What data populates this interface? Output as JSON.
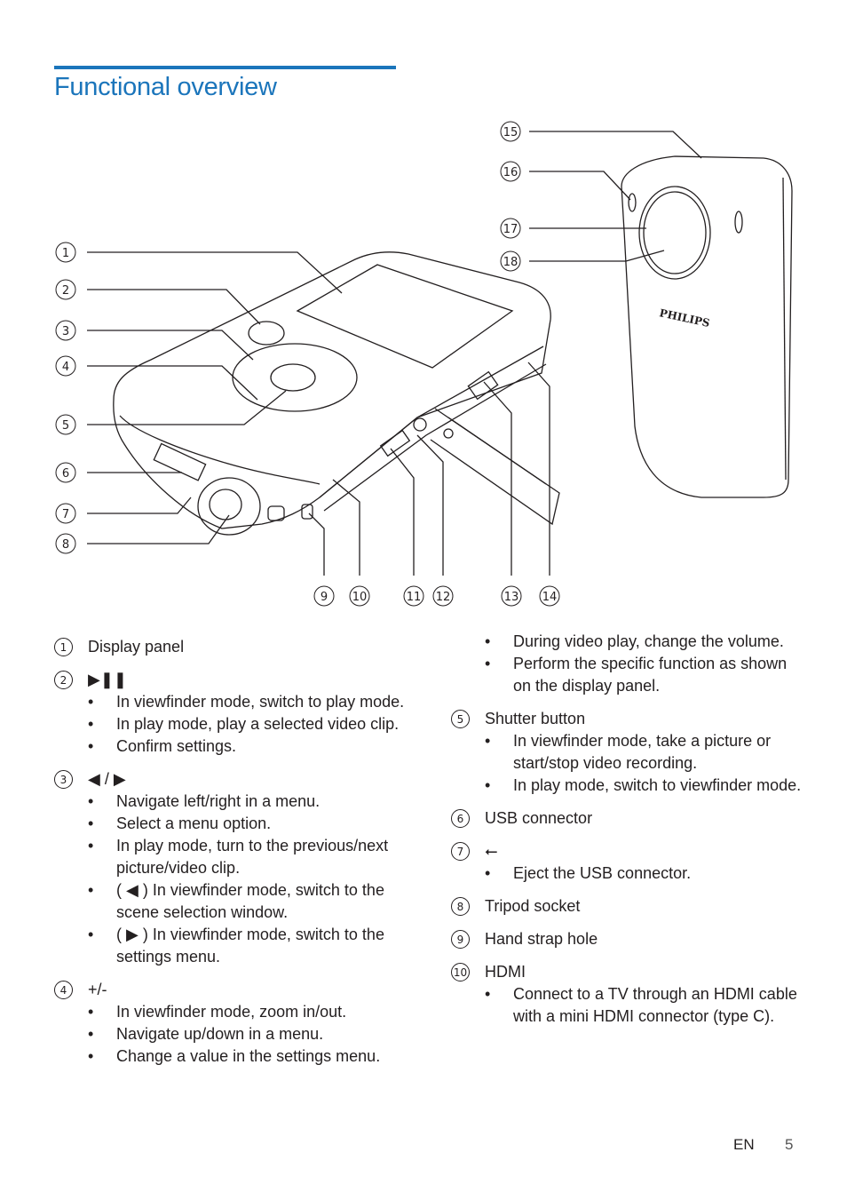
{
  "page": {
    "title": "Functional overview",
    "footer_lang": "EN",
    "footer_page": "5"
  },
  "figure": {
    "callouts": [
      "1",
      "2",
      "3",
      "4",
      "5",
      "6",
      "7",
      "8",
      "9",
      "10",
      "11",
      "12",
      "13",
      "14",
      "15",
      "16",
      "17",
      "18"
    ],
    "brand": "PHILIPS"
  },
  "left_items": [
    {
      "num": "1",
      "label": "Display panel",
      "bullets": []
    },
    {
      "num": "2",
      "label": "▶❚❚",
      "bullets": [
        "In viewfinder mode, switch to play mode.",
        "In play mode, play a selected video clip.",
        "Confirm settings."
      ]
    },
    {
      "num": "3",
      "label": "◀ / ▶",
      "bullets": [
        "Navigate left/right in a menu.",
        "Select a menu option.",
        "In play mode, turn to the previous/next picture/video clip.",
        "( ◀ ) In viewfinder mode, switch to the scene selection window.",
        "( ▶ ) In viewfinder mode, switch to the settings menu."
      ]
    },
    {
      "num": "4",
      "label": "+/-",
      "bullets": [
        "In viewfinder mode, zoom in/out.",
        "Navigate up/down in a menu.",
        "Change a value in the settings menu."
      ]
    }
  ],
  "right_cont": {
    "bullets": [
      "During video play, change the volume.",
      "Perform the specific function as shown on the display panel."
    ]
  },
  "right_items": [
    {
      "num": "5",
      "label": "Shutter button",
      "bullets": [
        "In viewfinder mode, take a picture or start/stop video recording.",
        "In play mode, switch to viewfinder mode."
      ]
    },
    {
      "num": "6",
      "label": "USB connector",
      "bullets": []
    },
    {
      "num": "7",
      "label": "⭠",
      "bullets": [
        "Eject the USB connector."
      ]
    },
    {
      "num": "8",
      "label": "Tripod socket",
      "bullets": []
    },
    {
      "num": "9",
      "label": "Hand strap hole",
      "bullets": []
    },
    {
      "num": "10",
      "label": "HDMI",
      "bullets": [
        "Connect to a TV through an HDMI cable with a mini HDMI connector (type C)."
      ]
    }
  ]
}
